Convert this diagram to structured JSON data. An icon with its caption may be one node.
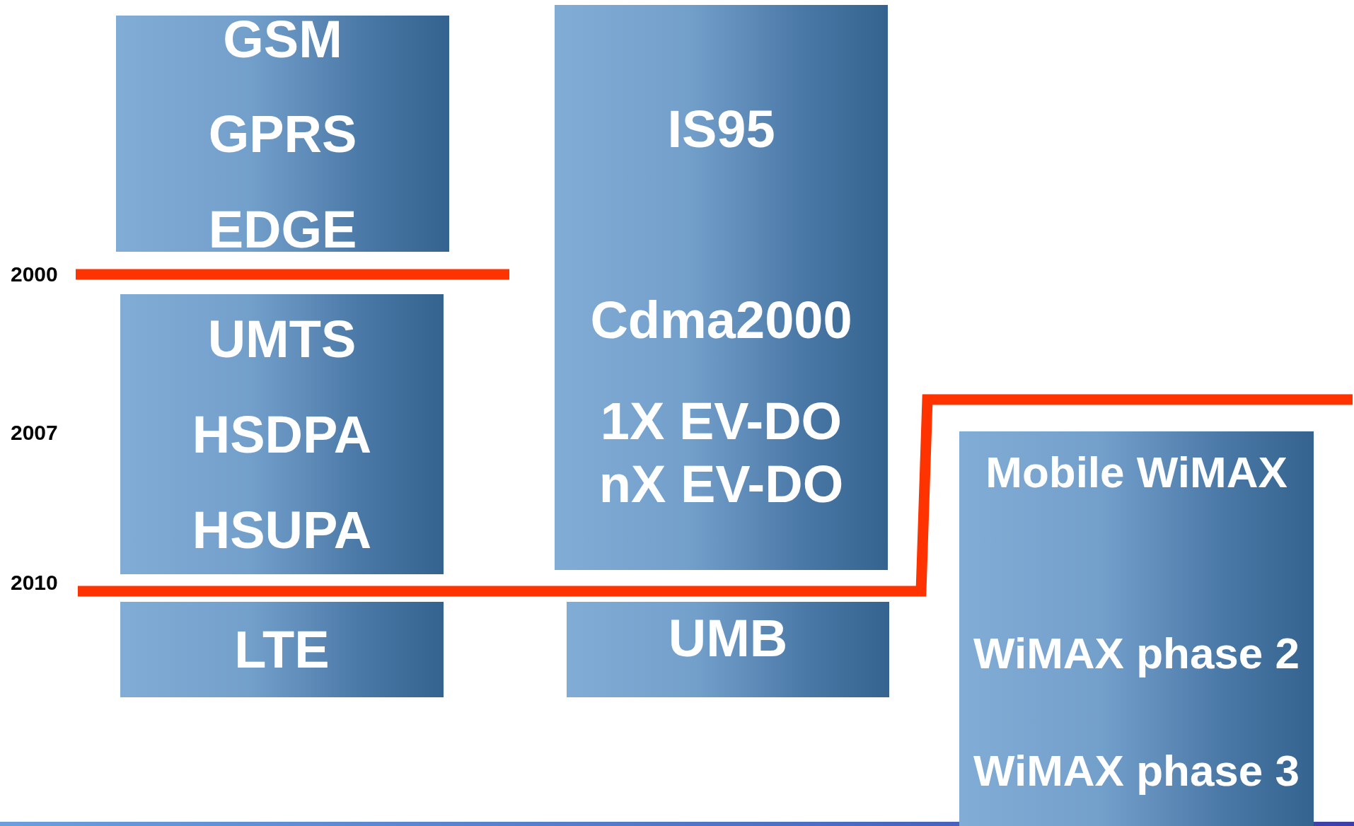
{
  "diagram": {
    "nodes": [
      {
        "text": [
          "GSM",
          "GPRS",
          "EDGE"
        ]
      },
      {
        "text": [
          "UMTS",
          "HSDPA",
          "HSUPA"
        ]
      },
      {
        "text": [
          "IS95",
          "Cdma2000",
          "1X EV-DO",
          "nX EV-DO"
        ]
      },
      {
        "text": [
          "LTE"
        ]
      },
      {
        "text": [
          "UMB"
        ]
      },
      {
        "text": [
          "Mobile WiMAX",
          "WiMAX phase 2",
          "WiMAX phase 3"
        ]
      }
    ],
    "labels": [
      "2000",
      "2007",
      "2010"
    ]
  }
}
